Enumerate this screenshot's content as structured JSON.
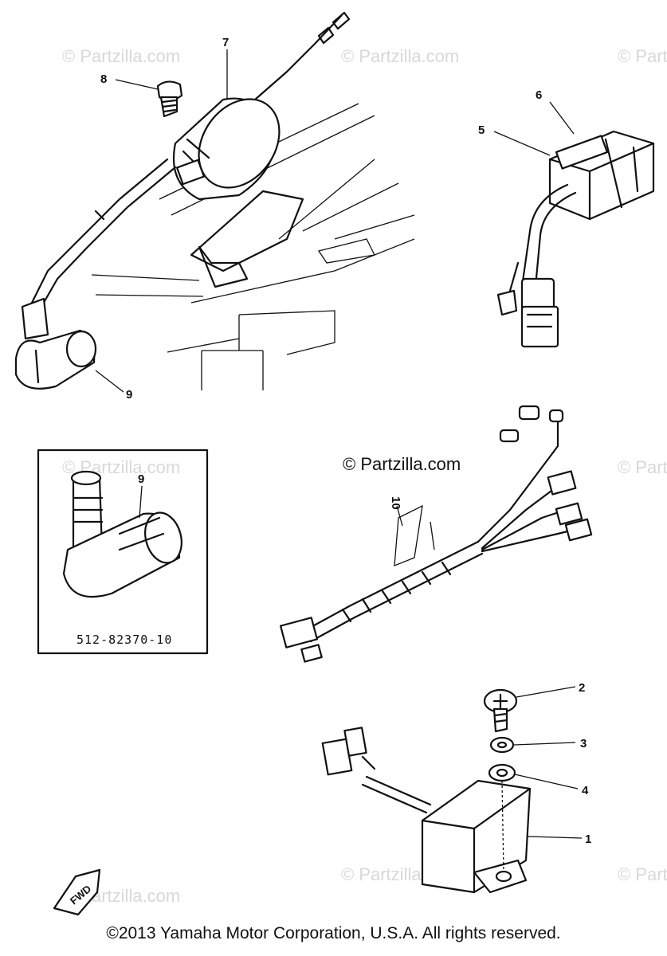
{
  "callouts": {
    "c1": "1",
    "c2": "2",
    "c3": "3",
    "c4": "4",
    "c5": "5",
    "c6": "6",
    "c7": "7",
    "c8": "8",
    "c9": "9",
    "c9_inset": "9",
    "c10": "10"
  },
  "inset": {
    "part_number": "512-82370-10"
  },
  "watermark": {
    "text": "© Partzilla.com"
  },
  "front_badge": "FWD",
  "copyright": "©2013 Yamaha Motor Corporation, U.S.A. All rights reserved."
}
